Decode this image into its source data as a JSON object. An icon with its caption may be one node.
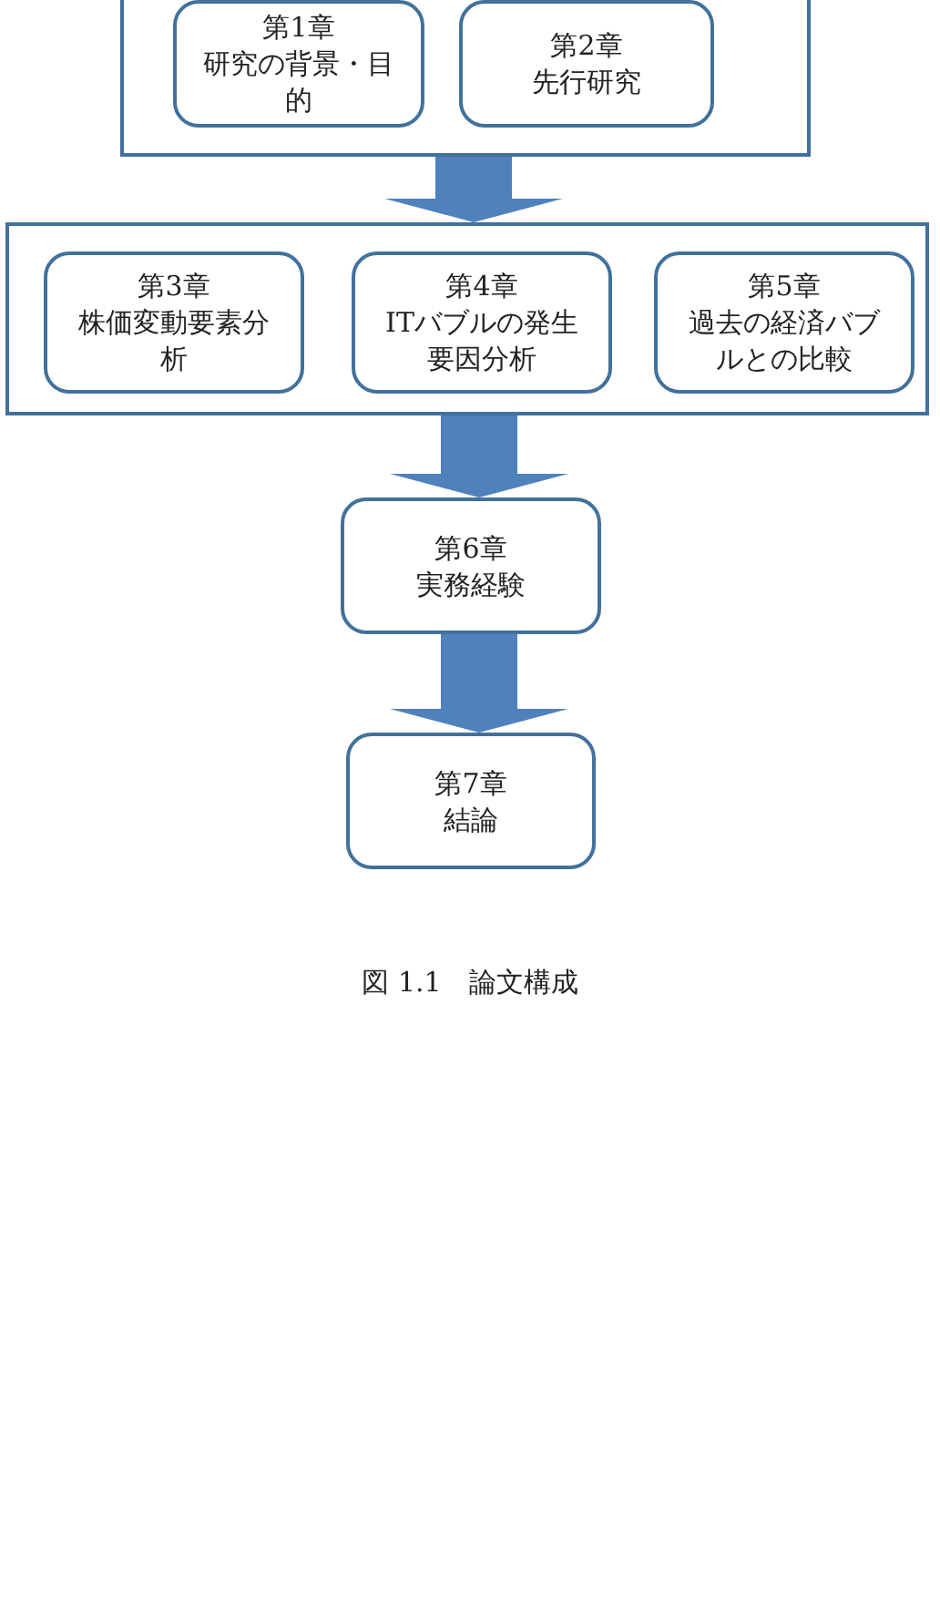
{
  "diagram": {
    "caption": "図 1.1　論文構成",
    "nodes": [
      {
        "text": [],
        "shape": "box"
      },
      {
        "text": [
          "第1章",
          "研究の背景・目的"
        ],
        "in": 0
      },
      {
        "text": [
          "第2章",
          "先行研究"
        ],
        "in": 0
      },
      {
        "text": [],
        "shape": "box"
      },
      {
        "text": [
          "第3章",
          "株価変動要素分析"
        ],
        "in": 3
      },
      {
        "text": [
          "第4章",
          "ITバブルの発生要因分析"
        ],
        "in": 3
      },
      {
        "text": [
          "第5章",
          "過去の経済バブルとの比較"
        ],
        "in": 3
      },
      {
        "text": [
          "第6章",
          "実務経験"
        ]
      },
      {
        "text": [
          "第7章",
          "結論"
        ]
      }
    ],
    "edges": [
      {
        "from": 0,
        "to": 3,
        "arrow": "to"
      },
      {
        "from": 3,
        "to": 7,
        "arrow": "to"
      },
      {
        "from": 7,
        "to": 8,
        "arrow": "to"
      }
    ]
  }
}
